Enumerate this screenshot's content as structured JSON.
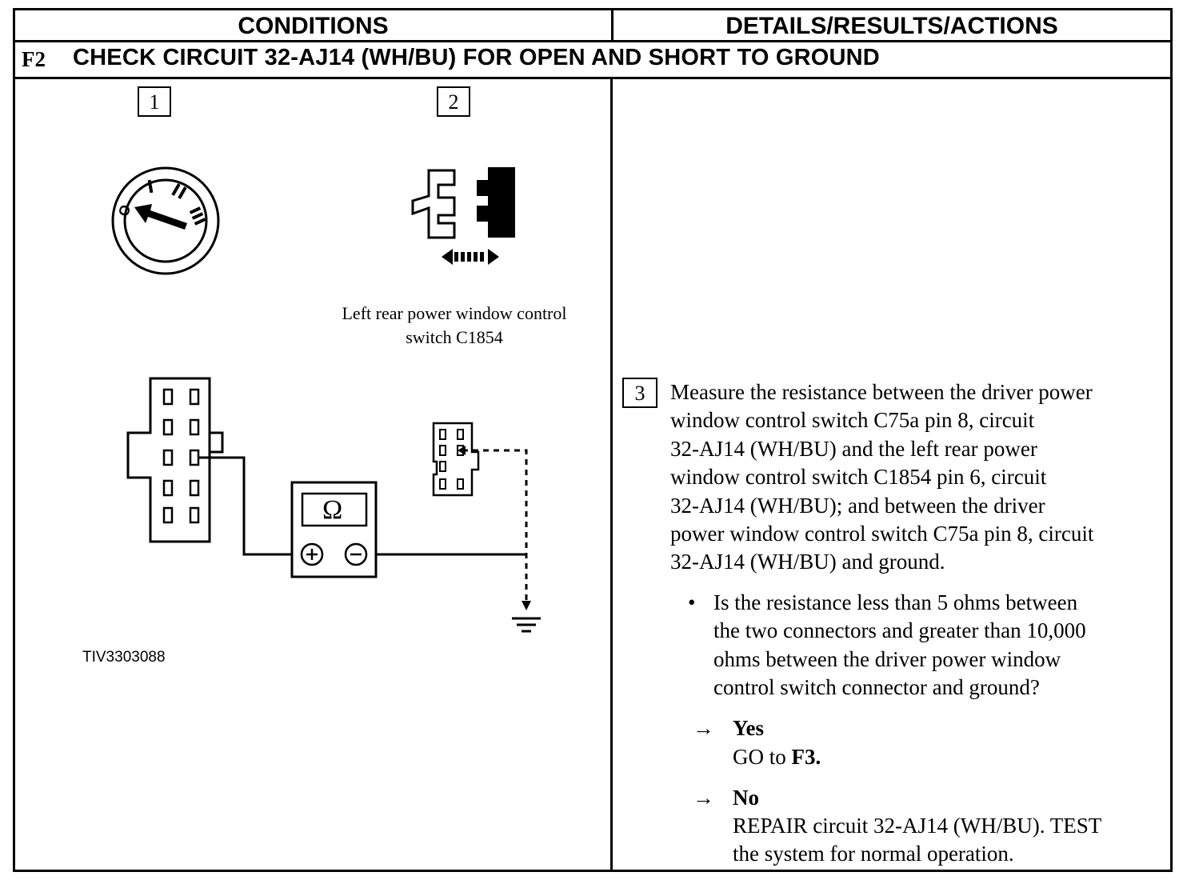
{
  "header": {
    "left": "CONDITIONS",
    "right": "DETAILS/RESULTS/ACTIONS"
  },
  "step": {
    "id": "F2",
    "title": "CHECK CIRCUIT 32-AJ14 (WH/BU) FOR OPEN AND SHORT TO GROUND"
  },
  "conditions": {
    "box1": "1",
    "box2": "2",
    "switch_caption_line1": "Left rear power window control",
    "switch_caption_line2": "switch C1854",
    "meter_symbol": "Ω",
    "figure_id": "TIV3303088",
    "icons": [
      "ignition-switch-off-icon",
      "disconnect-connector-icon",
      "ohmmeter-icon",
      "ground-symbol-icon"
    ]
  },
  "details": {
    "box3": "3",
    "instruction_lines": [
      "Measure the resistance between the driver power",
      "window control switch C75a pin 8, circuit",
      "32-AJ14 (WH/BU) and the left rear power",
      "window control switch C1854 pin 6, circuit",
      "32-AJ14 (WH/BU); and between the driver",
      "power window control switch C75a pin 8, circuit",
      "32-AJ14 (WH/BU) and ground."
    ],
    "bullet": "•",
    "question_lines": [
      "Is the resistance less than 5 ohms between",
      "the two connectors and greater than 10,000",
      "ohms between the driver power window",
      "control switch connector and ground?"
    ],
    "arrow": "→",
    "yes_label": "Yes",
    "yes_action_prefix": "GO to ",
    "yes_action_target": "F3.",
    "no_label": "No",
    "no_action_lines": [
      "REPAIR circuit 32-AJ14 (WH/BU). TEST",
      "the system for normal operation."
    ]
  }
}
